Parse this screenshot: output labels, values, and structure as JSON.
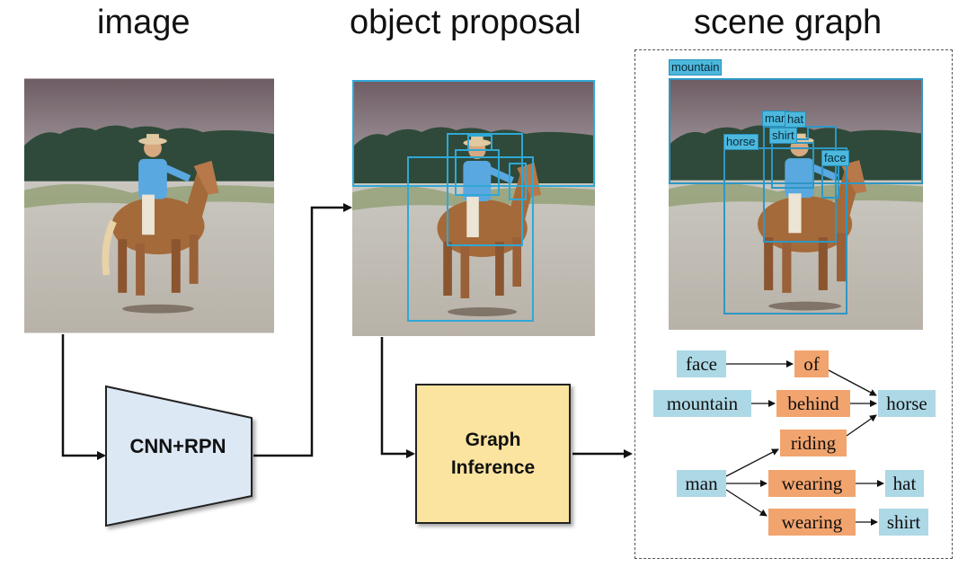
{
  "headings": {
    "image": "image",
    "proposal": "object proposal",
    "graph": "scene graph"
  },
  "modules": {
    "cnn": "CNN+RPN",
    "graph_inference_line1": "Graph",
    "graph_inference_line2": "Inference"
  },
  "box_labels": {
    "mountain": "mountain",
    "man": "man",
    "hat": "hat",
    "shirt": "shirt",
    "horse": "horse",
    "face": "face"
  },
  "scene_graph": {
    "nodes": {
      "face": "face",
      "of": "of",
      "mountain": "mountain",
      "behind": "behind",
      "horse": "horse",
      "riding": "riding",
      "man": "man",
      "wearing1": "wearing",
      "hat": "hat",
      "wearing2": "wearing",
      "shirt": "shirt"
    }
  },
  "colors": {
    "object_node": "#add8e6",
    "relation_node": "#f2a46e",
    "cnn_fill": "#dde8f5",
    "graph_inference_fill": "#fbe4a0",
    "box_stroke": "#2fa8d6"
  }
}
